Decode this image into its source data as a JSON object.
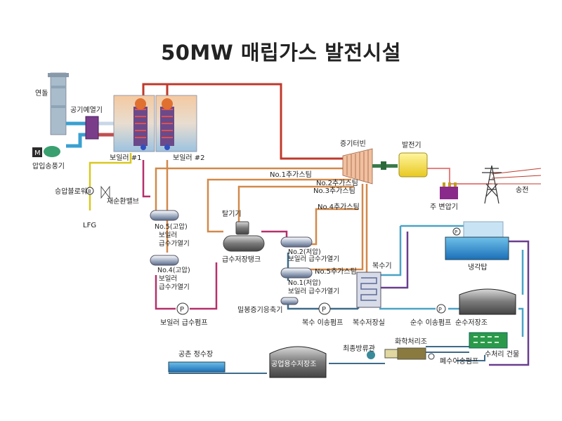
{
  "title": "50MW 매립가스 발전시설",
  "labels": {
    "stack": "연돌",
    "air_preheater": "공기예열기",
    "fan": "압입송풍기",
    "booster_blower": "승압블로워",
    "recirc_valve": "재순환밸브",
    "lfg": "LFG",
    "boiler1": "보일러 #1",
    "boiler2": "보일러 #2",
    "turbine": "증기터빈",
    "generator": "발전기",
    "transformer": "주 변압기",
    "transmission": "송전",
    "ext1": "No.1추가스팀",
    "ext2": "No.2추가스팀",
    "ext3": "No.3추가스팀",
    "ext4": "No.4추가스팀",
    "ext5": "No.5추가스팀",
    "deaerator": "탈기기",
    "feed_tank": "급수저장탱크",
    "hp5_a": "No.5(고압)",
    "hp5_b": "보일러",
    "hp5_c": "급수가열기",
    "hp4_a": "No.4(고압)",
    "hp4_b": "보일러",
    "hp4_c": "급수가열기",
    "lp2_a": "No.2(저압)",
    "lp2_b": "보일러 급수가열기",
    "lp1_a": "No.1(저압)",
    "lp1_b": "보일러 급수가열기",
    "condenser": "복수기",
    "cooling_tower": "냉각탑",
    "gland_condenser": "밀봉증기응축기",
    "feed_pump": "보일러 급수펌프",
    "condensate_pump": "복수 이송펌프",
    "hotwell": "복수저장실",
    "pure_pump": "순수 이송펌프",
    "pure_tank": "순수저장조",
    "chem_tank": "화학처리조",
    "final_outlet": "최종방류관",
    "wastewater_pump": "폐수이송펌프",
    "water_building": "수처리 건물",
    "water_plant": "공촌 정수장",
    "industrial_tank": "공업용수저장조",
    "pump_symbol": "P",
    "motor_symbol": "M",
    "blower_symbol": "B"
  },
  "colors": {
    "steam": "#c0392b",
    "extraction": "#d2894a",
    "feedwater": "#b5306b",
    "condensate": "#3d6b8a",
    "cooling": "#6a3d8f",
    "water": "#4aa3c6",
    "air": "#3aa0d0",
    "gas": "#d8c820"
  }
}
